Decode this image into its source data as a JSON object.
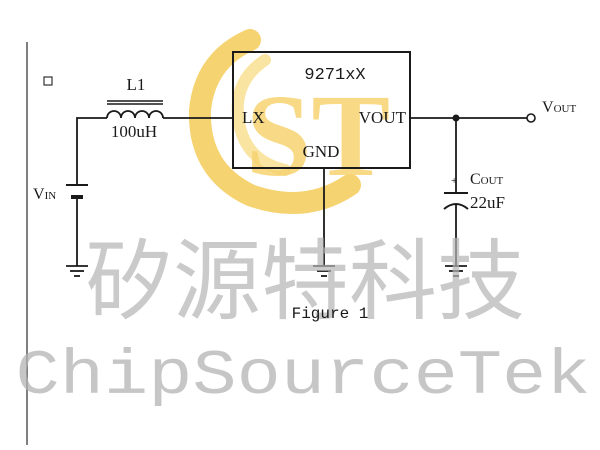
{
  "chip": {
    "name": "9271xX",
    "pin_lx": "LX",
    "pin_vout": "VOUT",
    "pin_gnd": "GND"
  },
  "inductor": {
    "ref": "L1",
    "value": "100uH"
  },
  "source": {
    "label_main": "V",
    "label_sub": "IN"
  },
  "output": {
    "label_main": "V",
    "label_sub": "OUT"
  },
  "capacitor": {
    "label_main": "C",
    "label_sub": "OUT",
    "polarity": "+",
    "value": "22uF"
  },
  "caption": "Figure 1",
  "watermark": {
    "chinese": "矽源特科技",
    "english": "ChipSourceTek",
    "logo_letters": "ST",
    "logo_color": "#f4c542"
  },
  "colors": {
    "line": "#1a1a1a",
    "watermark_text": "#b3b3b3"
  }
}
